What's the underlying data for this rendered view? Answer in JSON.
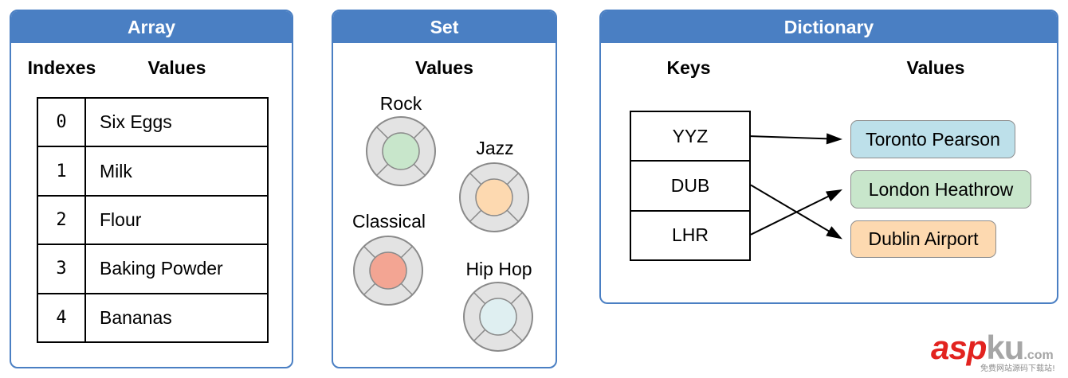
{
  "colors": {
    "accent": "#4a7fc3",
    "watermark_red": "#e2231f",
    "watermark_gray": "#a6a6a6"
  },
  "array": {
    "title": "Array",
    "index_header": "Indexes",
    "value_header": "Values",
    "rows": [
      {
        "index": "0",
        "value": "Six Eggs"
      },
      {
        "index": "1",
        "value": "Milk"
      },
      {
        "index": "2",
        "value": "Flour"
      },
      {
        "index": "3",
        "value": "Baking Powder"
      },
      {
        "index": "4",
        "value": "Bananas"
      }
    ]
  },
  "set": {
    "title": "Set",
    "value_header": "Values",
    "items": [
      {
        "label": "Rock",
        "color": "#c8e6cb"
      },
      {
        "label": "Jazz",
        "color": "#fdd9b0"
      },
      {
        "label": "Classical",
        "color": "#f3a593"
      },
      {
        "label": "Hip Hop",
        "color": "#dfeff1"
      }
    ]
  },
  "dictionary": {
    "title": "Dictionary",
    "key_header": "Keys",
    "value_header": "Values",
    "keys": [
      "YYZ",
      "DUB",
      "LHR"
    ],
    "values": [
      {
        "label": "Toronto Pearson",
        "color": "#bde0ea"
      },
      {
        "label": "London Heathrow",
        "color": "#c8e6cb"
      },
      {
        "label": "Dublin Airport",
        "color": "#fdd9b0"
      }
    ],
    "arrows": [
      {
        "from": 0,
        "to": 0
      },
      {
        "from": 1,
        "to": 2
      },
      {
        "from": 2,
        "to": 1
      }
    ]
  },
  "watermark": {
    "brand_red": "asp",
    "brand_gray": "ku",
    "suffix": ".com",
    "tagline": "免费网站源码下载站!"
  }
}
